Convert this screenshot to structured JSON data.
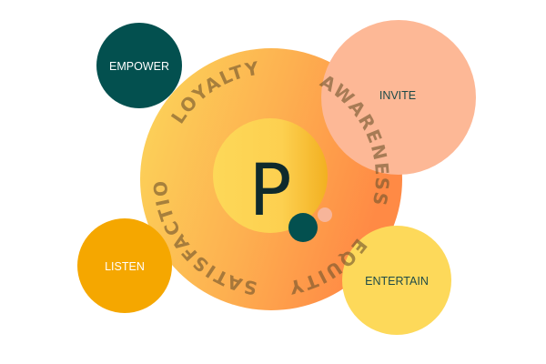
{
  "center_letter": "P",
  "ring_labels": [
    "LOYALTY",
    "AWARENESS",
    "EQUITY",
    "SATISFACTION"
  ],
  "satellites": [
    {
      "label": "EMPOWER",
      "color": "#03504f",
      "text_color": "#ffffff"
    },
    {
      "label": "INVITE",
      "color": "#fdb896",
      "text_color": "#1d4a48"
    },
    {
      "label": "LISTEN",
      "color": "#f5a700",
      "text_color": "#ffffff"
    },
    {
      "label": "ENTERTAIN",
      "color": "#fdd95a",
      "text_color": "#1d4a48"
    }
  ],
  "colors": {
    "ring_start": "#fcd75a",
    "ring_end": "#ff8a45",
    "core_start": "#fdd858",
    "core_end": "#f2b021",
    "dot_dark": "#03504f",
    "dot_light": "#f7b59a"
  }
}
